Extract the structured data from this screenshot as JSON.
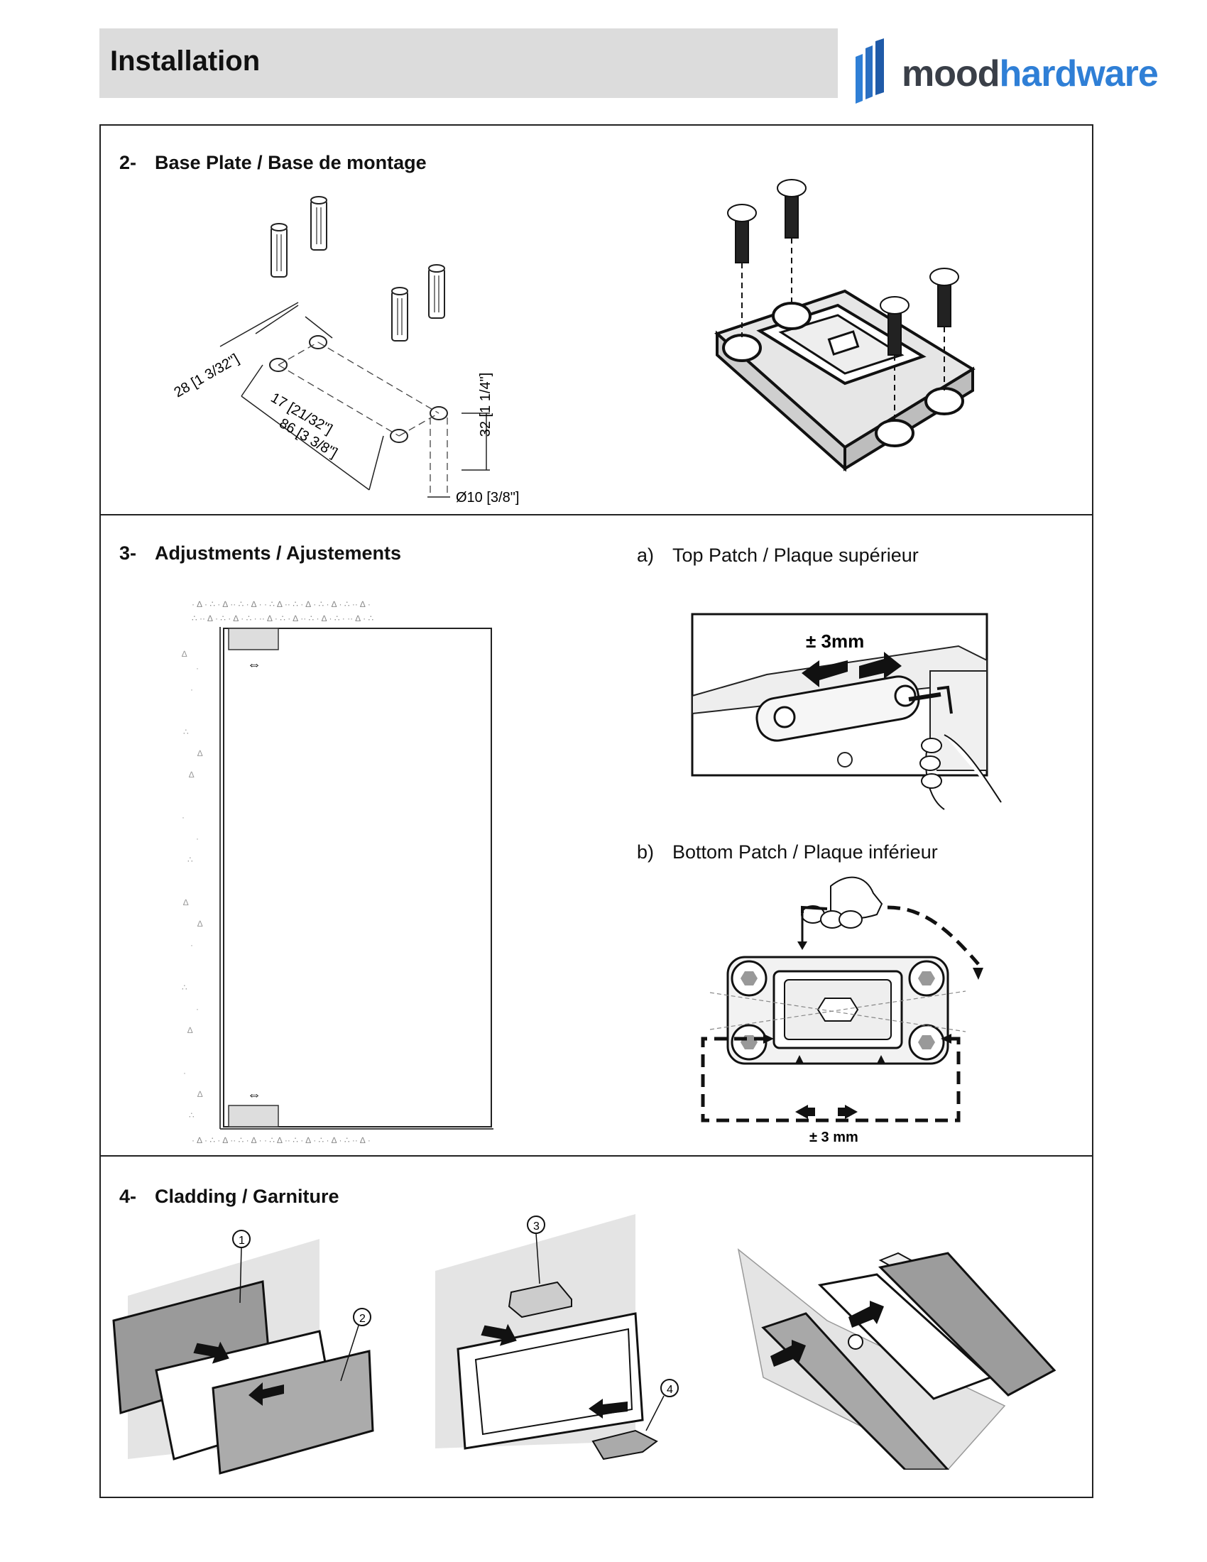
{
  "header": {
    "title": "Installation",
    "brand_part1": "mood",
    "brand_part2": "hardware"
  },
  "section2": {
    "number": "2-",
    "title": "Base Plate / Base de montage",
    "dims": {
      "width_small": "28 [1 3/32\"]",
      "spacing": "17 [21/32\"]",
      "length": "86 [3 3/8\"]",
      "depth": "32 [1 1/4\"]",
      "diameter": "Ø10 [3/8\"]"
    }
  },
  "section3": {
    "number": "3-",
    "title": "Adjustments / Ajustements",
    "sub_a_label": "a)",
    "sub_a_title": "Top Patch / Plaque supérieur",
    "sub_a_value": "± 3mm",
    "sub_b_label": "b)",
    "sub_b_title": "Bottom Patch / Plaque inférieur",
    "sub_b_value": "± 3 mm",
    "arrow_symbol": "⇔"
  },
  "section4": {
    "number": "4-",
    "title": "Cladding / Garniture",
    "callouts": [
      "1",
      "2",
      "3",
      "4"
    ]
  },
  "colors": {
    "header_bg": "#dcdcdc",
    "brand_dark": "#3a3f48",
    "brand_blue": "#2f7fd6"
  }
}
